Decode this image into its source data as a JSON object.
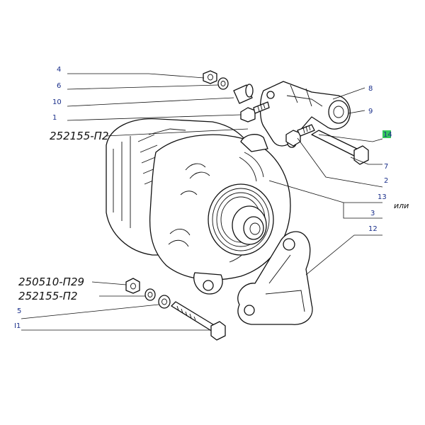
{
  "labels": {
    "p4": "4",
    "p6": "6",
    "p10": "10",
    "p1": "1",
    "p8": "8",
    "p9": "9",
    "p14": "14",
    "p7": "7",
    "p2": "2",
    "p13": "13",
    "p3": "3",
    "p12": "12",
    "p5": "5",
    "p11": "I1"
  },
  "codes": {
    "top": "252155-П2",
    "nut_code": "250510-П29",
    "washer_code": "252155-П2"
  },
  "alt_word": "или",
  "colors": {
    "label_blue": "#1a2f8a",
    "highlight_green": "#35c85a"
  }
}
